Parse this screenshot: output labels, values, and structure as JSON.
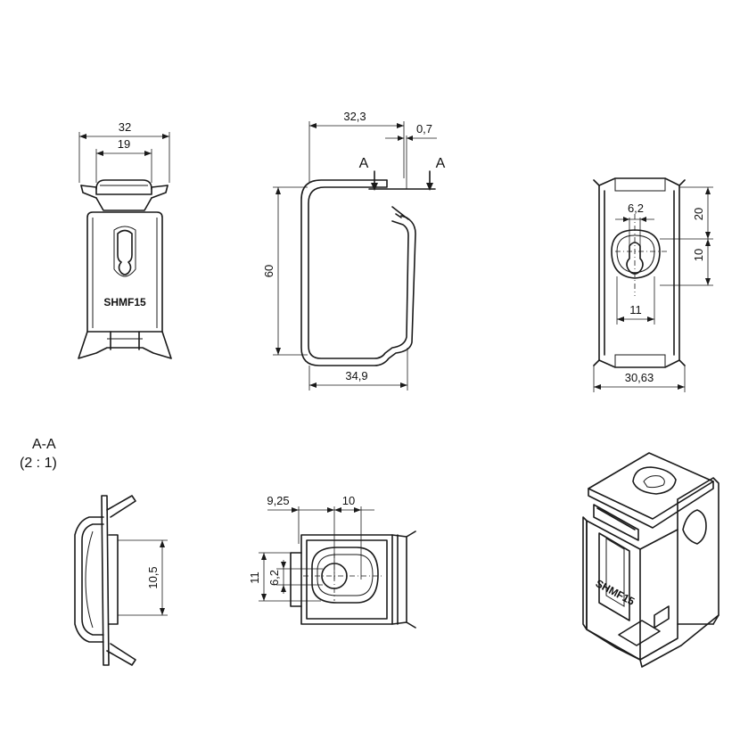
{
  "front_view": {
    "width_outer": "32",
    "width_inner": "19",
    "marking": "SHMF15"
  },
  "side_view": {
    "depth": "32,3",
    "gap": "0,7",
    "height": "60",
    "base_depth": "34,9",
    "section_left": "A",
    "section_right": "A"
  },
  "rear_view": {
    "slot_width": "6,2",
    "offset_top": "20",
    "offset_slot": "10",
    "slot_length": "11",
    "overall_width": "30,63"
  },
  "section_view": {
    "title": "A-A",
    "scale": "(2 : 1)",
    "height": "10,5"
  },
  "top_view": {
    "offset_a": "9,25",
    "offset_b": "10",
    "height_outer": "11",
    "height_inner": "6,2"
  },
  "iso_view": {
    "marking": "SHMF15"
  }
}
